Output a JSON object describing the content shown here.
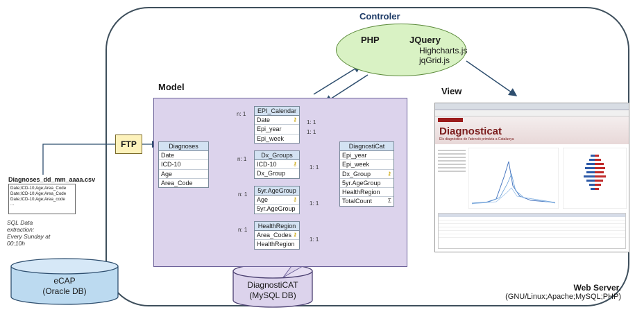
{
  "controller": {
    "title": "Controler",
    "items": [
      "PHP",
      "JQuery",
      "Highcharts.js",
      "jqGrid.js"
    ]
  },
  "model": {
    "title": "Model",
    "tables": {
      "diagnoses": {
        "name": "Diagnoses",
        "fields": [
          "Date",
          "ICD-10",
          "Age",
          "Area_Code"
        ]
      },
      "epi_calendar": {
        "name": "EPI_Calendar",
        "fields": [
          "Date",
          "Epi_year",
          "Epi_week"
        ]
      },
      "dx_groups": {
        "name": "Dx_Groups",
        "fields": [
          "ICD-10",
          "Dx_Group"
        ]
      },
      "age_group": {
        "name": "5yr.AgeGroup",
        "fields": [
          "Age",
          "5yr.AgeGroup"
        ]
      },
      "health_region": {
        "name": "HealthRegion",
        "fields": [
          "Area_Codes",
          "HealthRegion"
        ]
      },
      "diagnosticat": {
        "name": "DiagnostiCat",
        "fields": [
          "Epi_year",
          "Epi_week",
          "Dx_Group",
          "5yr.AgeGroup",
          "HealthRegion",
          "TotalCount"
        ]
      }
    },
    "relations": {
      "n1": "n: 1",
      "one1": "1: 1"
    }
  },
  "ftp": {
    "label": "FTP"
  },
  "csv": {
    "filename": "Diagnoses_dd_mm_aaaa.csv",
    "lines": [
      "Date;ICD-10;Age;Area_Code",
      "Date;ICD-10;Age;Area_Code",
      "Date;ICD-10;Age;Area_code",
      "..."
    ]
  },
  "sql_note": [
    "SQL Data",
    "extraction:",
    "Every Sunday at",
    "00:10h"
  ],
  "ecap": {
    "line1": "eCAP",
    "line2": "(Oracle DB)"
  },
  "mysql": {
    "line1": "DiagnostiCAT",
    "line2": "(MySQL DB)"
  },
  "view": {
    "title": "View",
    "app_title": "Diagnosticat",
    "app_subtitle": "Els diagnòstics de l'atenció primària a Catalunya"
  },
  "web_server": {
    "line1": "Web Server.",
    "line2": "(GNU/Linux;Apache;MySQL;PHP)"
  },
  "colors": {
    "server_border": "#3e4f5c",
    "controller_fill": "#d9f2c4",
    "model_fill": "#dcd3ec",
    "table_header": "#d3e2f2",
    "db_fill_ecap": "#bcdaf0",
    "db_fill_mysql": "#dcd3ec",
    "ftp_fill": "#fdf2bb",
    "arrow": "#2f4f6f"
  }
}
